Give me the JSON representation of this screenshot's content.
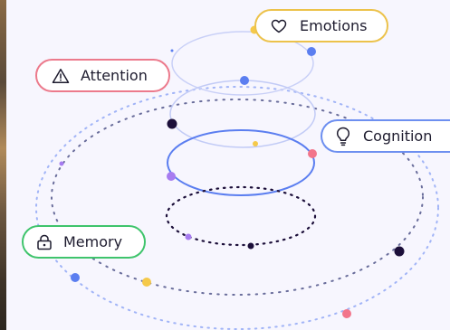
{
  "labels": {
    "emotions": "Emotions",
    "attention": "Attention",
    "cognition": "Cognition",
    "memory": "Memory"
  },
  "icons": {
    "emotions": "heart-icon",
    "attention": "warning-triangle-icon",
    "cognition": "lightbulb-icon",
    "memory": "lock-icon"
  },
  "colors": {
    "background": "#f7f6fe",
    "emotions": "#ecc24b",
    "attention": "#ec7a8c",
    "cognition": "#6d8ff0",
    "memory": "#3fc46c",
    "ring_blue": "#5b7ef0",
    "dot_dark": "#1c0f3a",
    "dot_purple": "#a77cf0",
    "dot_pink": "#f2758b",
    "dot_yellow": "#f5c94a"
  }
}
